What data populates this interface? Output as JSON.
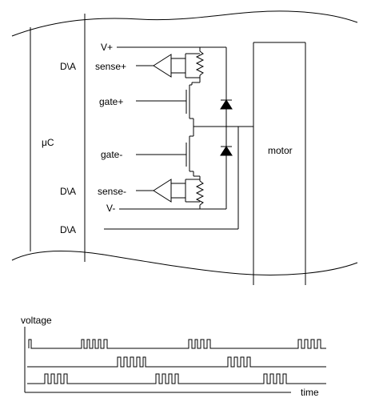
{
  "schematic": {
    "mcu_label": "μC",
    "motor_label": "motor",
    "vplus": "V+",
    "vminus": "V-",
    "sense_plus": "sense+",
    "sense_minus": "sense-",
    "gate_plus": "gate+",
    "gate_minus": "gate-",
    "da_top": "D\\A",
    "da_mid": "D\\A",
    "da_bottom": "D\\A"
  },
  "timing": {
    "ylabel": "voltage",
    "xlabel": "time"
  }
}
